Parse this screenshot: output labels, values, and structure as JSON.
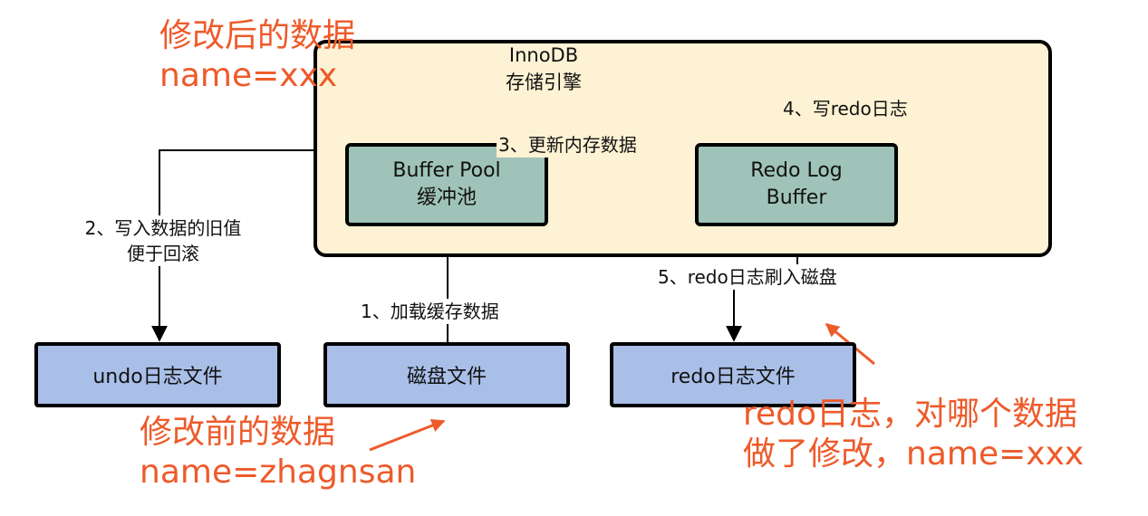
{
  "engine": {
    "title": "InnoDB",
    "subtitle": "存储引擎"
  },
  "buffer_pool": {
    "line1": "Buffer Pool",
    "line2": "缓冲池"
  },
  "redo_log_buffer": {
    "line1": "Redo Log",
    "line2": "Buffer"
  },
  "files": {
    "undo": "undo日志文件",
    "disk": "磁盘文件",
    "redo": "redo日志文件"
  },
  "steps": {
    "step1": "1、加载缓存数据",
    "step2_line1": "2、写入数据的旧值",
    "step2_line2": "便于回滚",
    "step3": "3、更新内存数据",
    "step4": "4、写redo日志",
    "step5": "5、redo日志刷入磁盘"
  },
  "annotations": {
    "modified_line1": "修改后的数据",
    "modified_line2": "name=xxx",
    "before_line1": "修改前的数据",
    "before_line2": "name=zhagnsan",
    "redo_line1": "redo日志，对哪个数据",
    "redo_line2": "做了修改，name=xxx"
  },
  "colors": {
    "engine_bg": "#fdf2d3",
    "green_box": "#9fc3b8",
    "blue_box": "#a9bfe8",
    "annotation": "#ee5a2a"
  }
}
